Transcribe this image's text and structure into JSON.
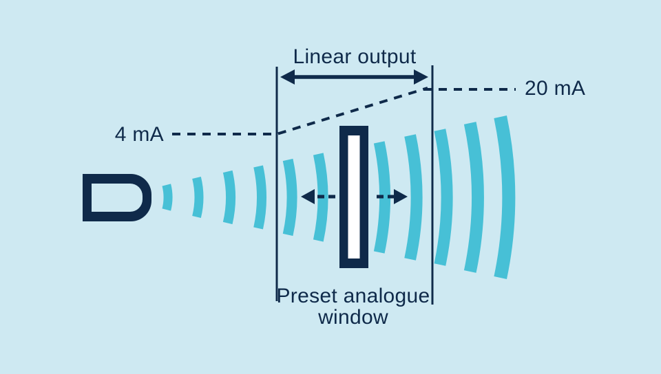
{
  "diagram": {
    "labels": {
      "linear_output": "Linear output",
      "min_current": "4 mA",
      "max_current": "20 mA",
      "window_caption_line1": "Preset analogue",
      "window_caption_line2": "window"
    },
    "colors": {
      "background": "#cee9f2",
      "navy": "#0f2a4a",
      "teal": "#47c0d6",
      "target_face": "#ffffff"
    }
  }
}
